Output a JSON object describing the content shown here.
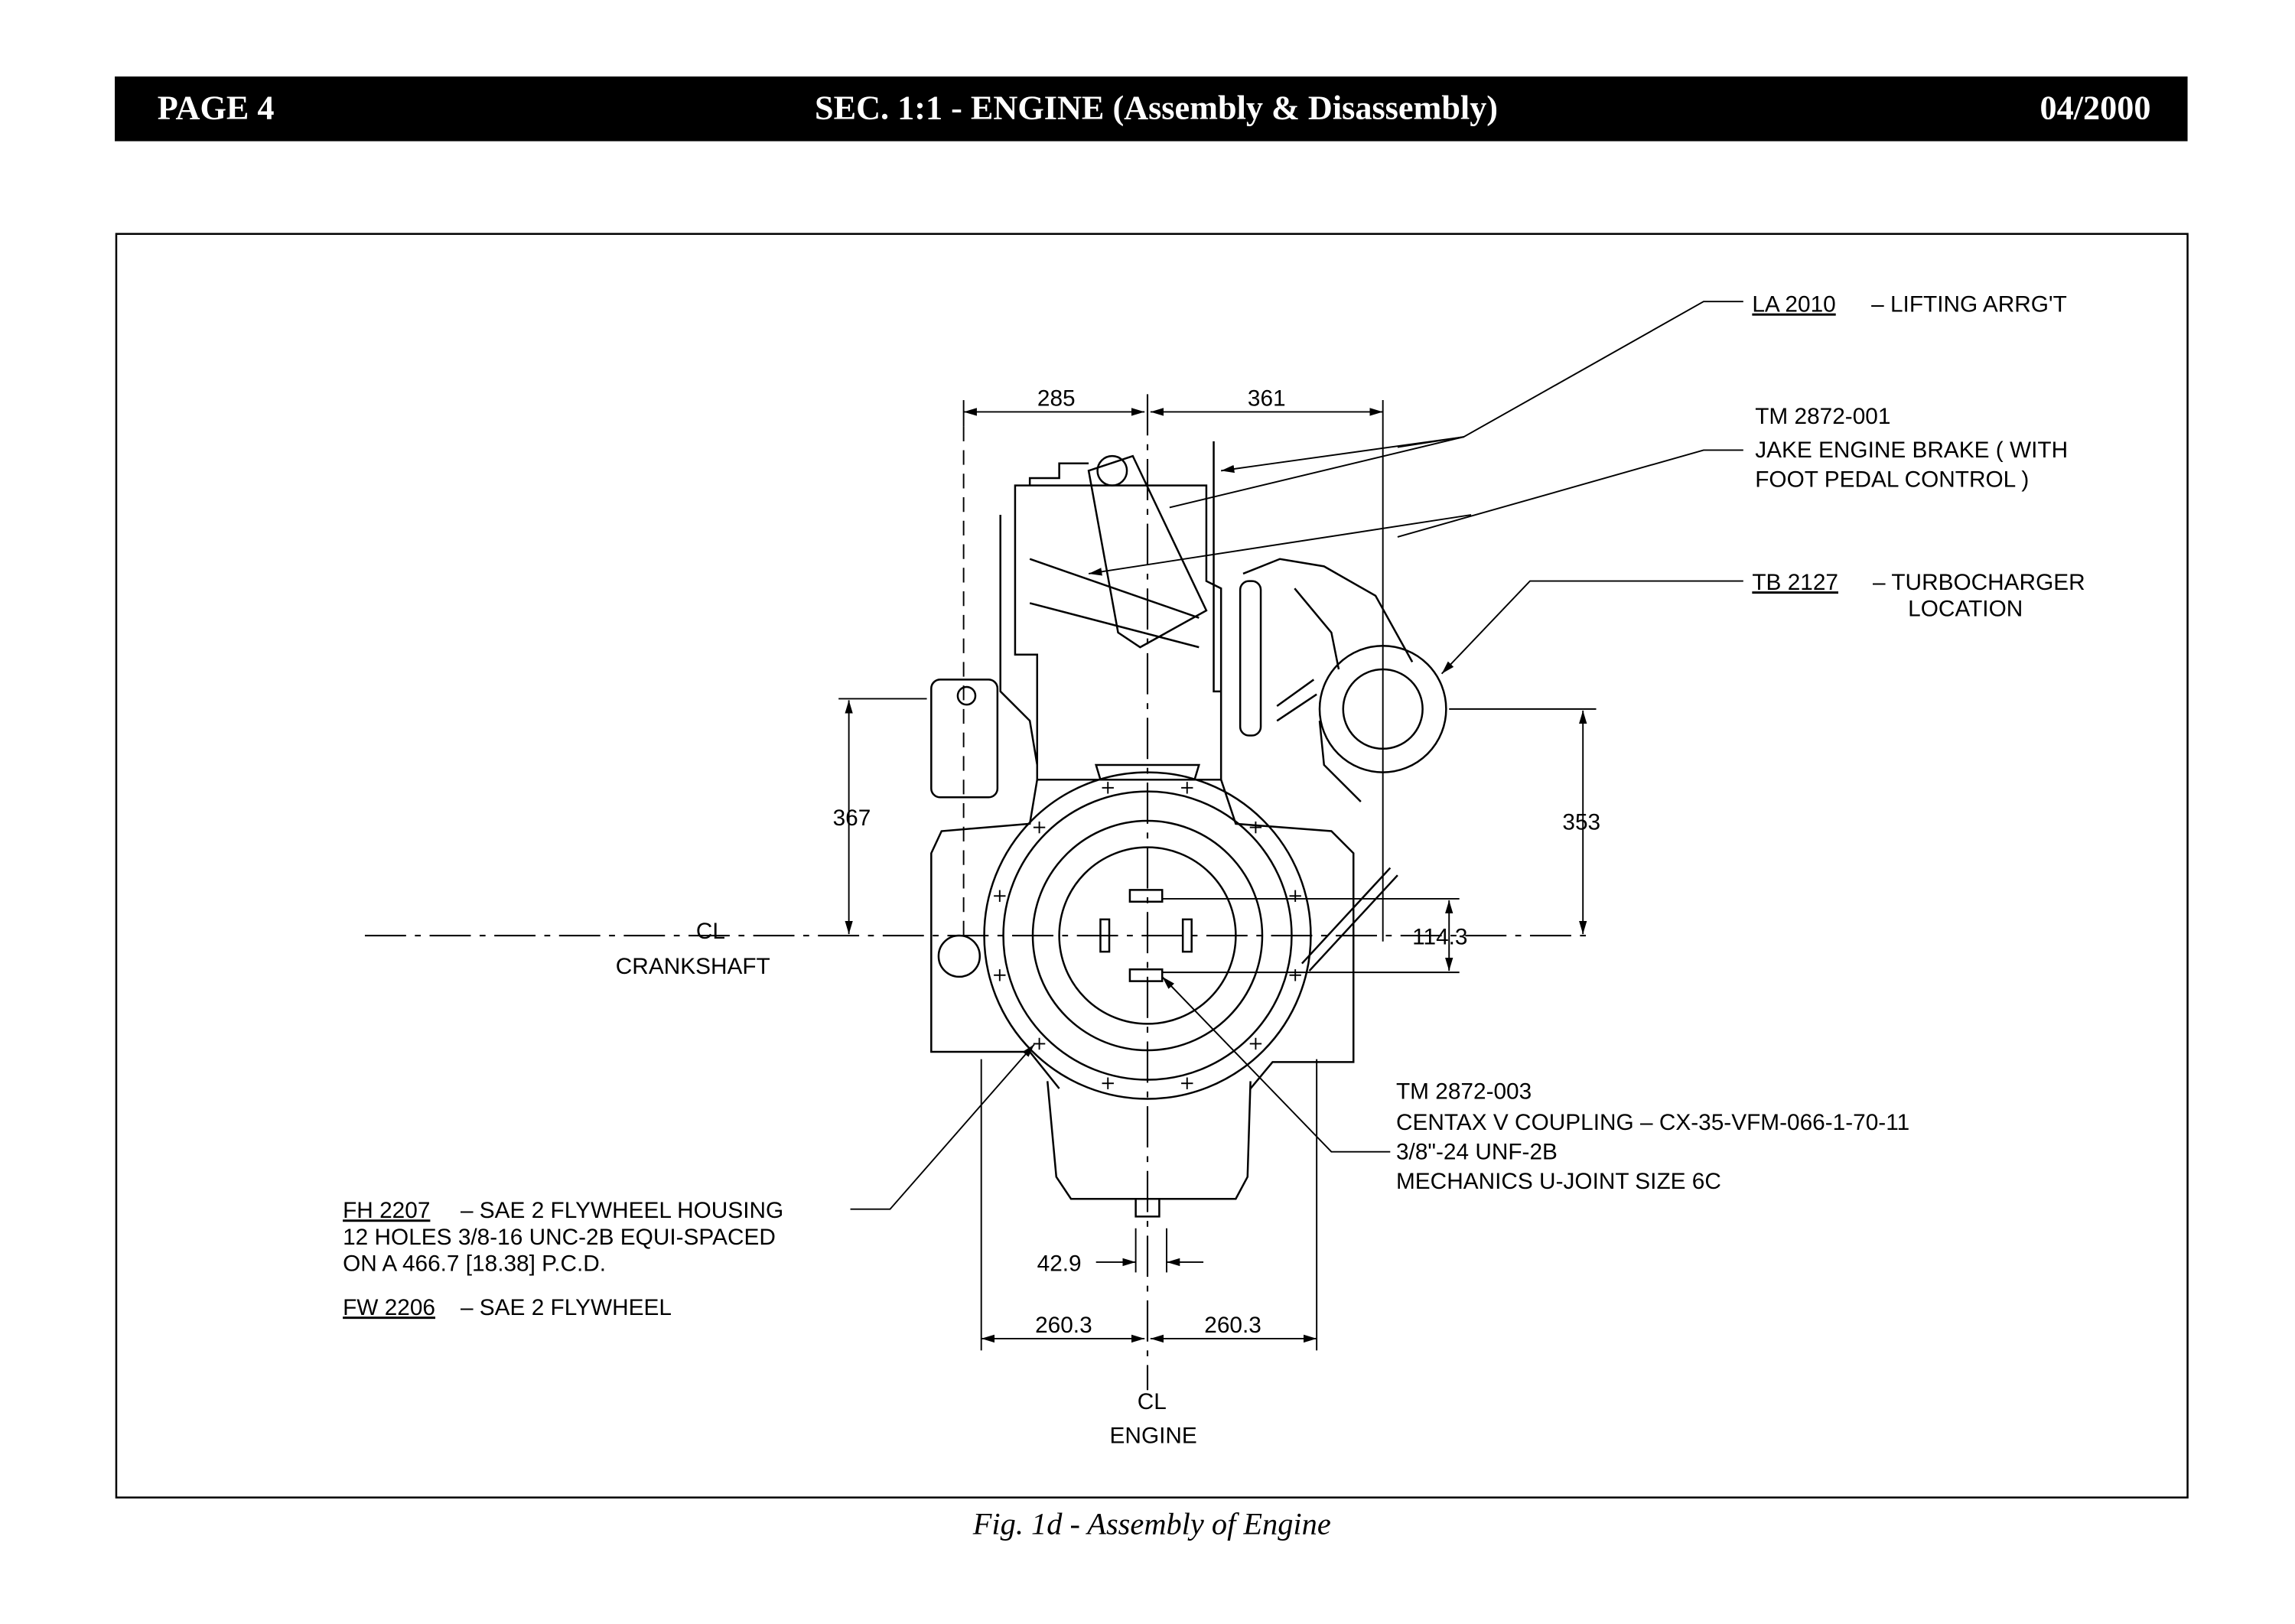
{
  "header": {
    "page": "PAGE 4",
    "title": "SEC. 1:1 - ENGINE (Assembly & Disassembly)",
    "date": "04/2000"
  },
  "figure": {
    "caption": "Fig. 1d - Assembly of Engine",
    "dimensions": {
      "d285": "285",
      "d361": "361",
      "d367": "367",
      "d353": "353",
      "d114": "114.3",
      "d42": "42.9",
      "d260a": "260.3",
      "d260b": "260.3"
    },
    "centerlines": {
      "crank_symbol": "CL",
      "crank_label": "CRANKSHAFT",
      "engine_symbol": "CL",
      "engine_label": "ENGINE"
    },
    "callouts": {
      "la_code": "LA 2010",
      "la_text": "– LIFTING ARRG'T",
      "tm1_code": "TM 2872-001",
      "tm1_line1": "JAKE ENGINE BRAKE ( WITH",
      "tm1_line2": "FOOT PEDAL CONTROL )",
      "tb_code": "TB 2127",
      "tb_text": "– TURBOCHARGER",
      "tb_line2": "LOCATION",
      "tm3_code": "TM 2872-003",
      "tm3_line1": "CENTAX V COUPLING – CX-35-VFM-066-1-70-11",
      "tm3_line2": "3/8\"-24 UNF-2B",
      "tm3_line3": "MECHANICS U-JOINT SIZE 6C",
      "fh_code": "FH 2207",
      "fh_text": "– SAE 2 FLYWHEEL HOUSING",
      "fh_line2": "12 HOLES 3/8-16 UNC-2B EQUI-SPACED",
      "fh_line3": "ON A 466.7 [18.38] P.C.D.",
      "fw_code": "FW 2206",
      "fw_text": "– SAE 2 FLYWHEEL"
    }
  }
}
